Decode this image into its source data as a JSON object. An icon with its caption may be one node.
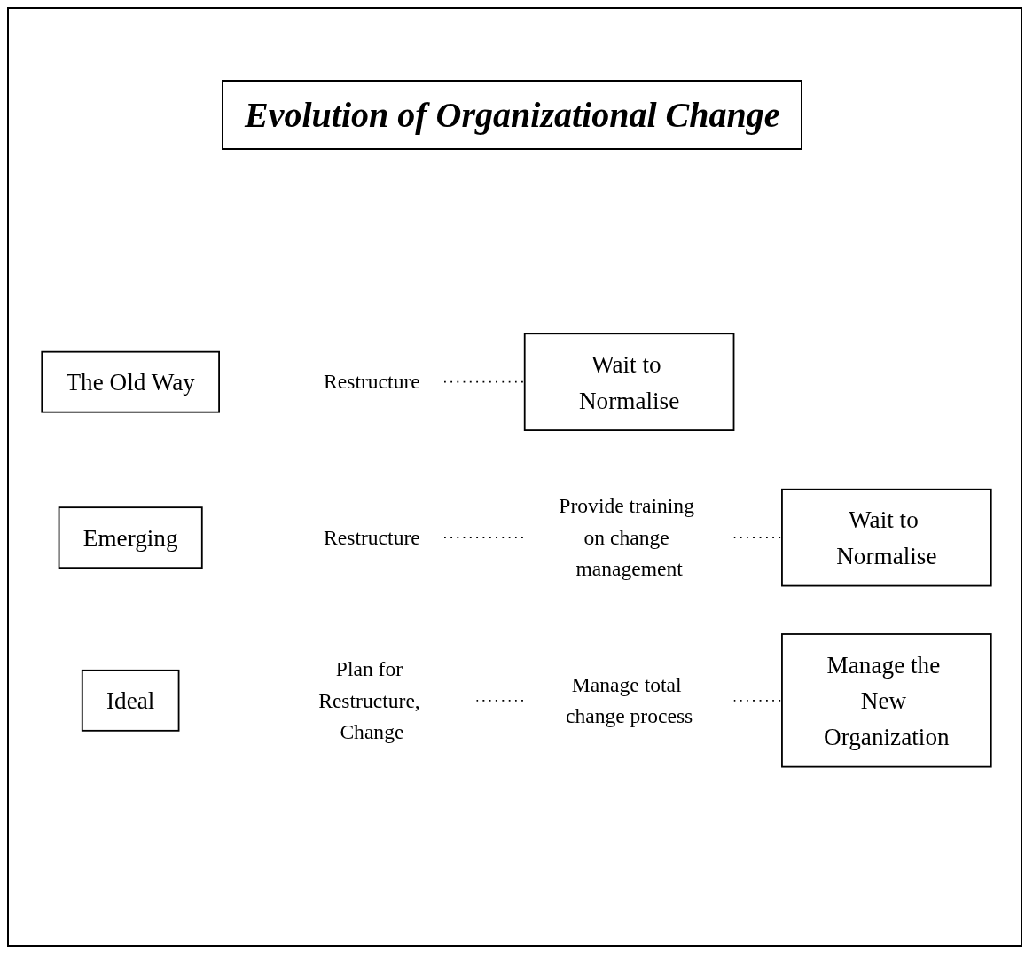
{
  "diagram": {
    "title": "Evolution of Organizational Change",
    "nodes": [
      {
        "text": [
          "The Old Way"
        ]
      },
      {
        "text": [
          "Restructure"
        ]
      },
      {
        "text": [
          "Wait to Normalise"
        ]
      },
      {
        "text": [
          "Emerging"
        ]
      },
      {
        "text": [
          "Restructure"
        ]
      },
      {
        "text": [
          "Provide training on change management"
        ]
      },
      {
        "text": [
          "Wait to Normalise"
        ]
      },
      {
        "text": [
          "Ideal"
        ]
      },
      {
        "text": [
          "Plan for Restructure, Change"
        ]
      },
      {
        "text": [
          "Manage total change process"
        ]
      },
      {
        "text": [
          "Manage the New Organization"
        ]
      }
    ],
    "edges": [
      {
        "from": 1,
        "to": 2,
        "arrow": "none",
        "style": "dashed"
      },
      {
        "from": 4,
        "to": 5,
        "arrow": "none",
        "style": "dashed"
      },
      {
        "from": 5,
        "to": 6,
        "arrow": "none",
        "style": "dashed"
      },
      {
        "from": 8,
        "to": 9,
        "arrow": "none",
        "style": "dashed"
      },
      {
        "from": 9,
        "to": 10,
        "arrow": "none",
        "style": "dashed"
      }
    ]
  }
}
